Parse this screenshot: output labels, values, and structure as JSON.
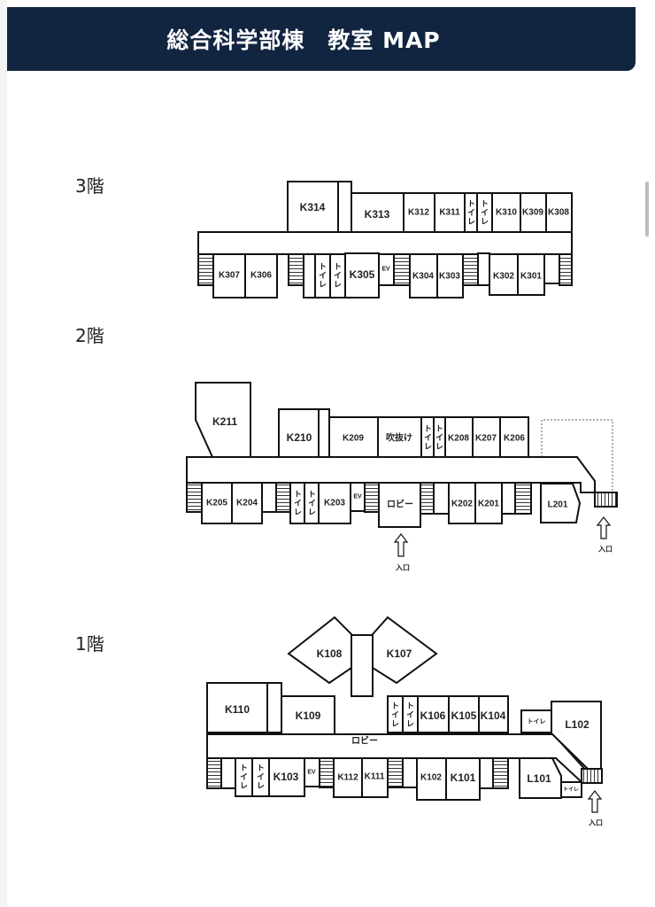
{
  "header": {
    "title": "総合科学部棟　教室 MAP"
  },
  "floors": {
    "f3": {
      "label": "3階",
      "rooms": {
        "k314": "K314",
        "k313": "K313",
        "k312": "K312",
        "k311": "K311",
        "toilet": "トイレ",
        "k310": "K310",
        "k309": "K309",
        "k308": "K308",
        "k307": "K307",
        "k306": "K306",
        "k305": "K305",
        "ev": "EV",
        "k304": "K304",
        "k303": "K303",
        "k302": "K302",
        "k301": "K301"
      }
    },
    "f2": {
      "label": "2階",
      "rooms": {
        "k211": "K211",
        "k210": "K210",
        "k209": "K209",
        "atrium": "吹抜け",
        "toilet": "トイレ",
        "k208": "K208",
        "k207": "K207",
        "k206": "K206",
        "k205": "K205",
        "k204": "K204",
        "k203": "K203",
        "ev": "EV",
        "lobby": "ロビー",
        "k202": "K202",
        "k201": "K201",
        "l201": "L201"
      },
      "entrance": "入口"
    },
    "f1": {
      "label": "1階",
      "rooms": {
        "k108": "K108",
        "k107": "K107",
        "k110": "K110",
        "k109": "K109",
        "toilet": "トイレ",
        "k106": "K106",
        "k105": "K105",
        "k104": "K104",
        "l102": "L102",
        "lobby": "ロビー",
        "k103": "K103",
        "ev": "EV",
        "k112": "K112",
        "k111": "K111",
        "k102": "K102",
        "k101": "K101",
        "l101": "L101"
      },
      "entrance": "入口"
    }
  }
}
